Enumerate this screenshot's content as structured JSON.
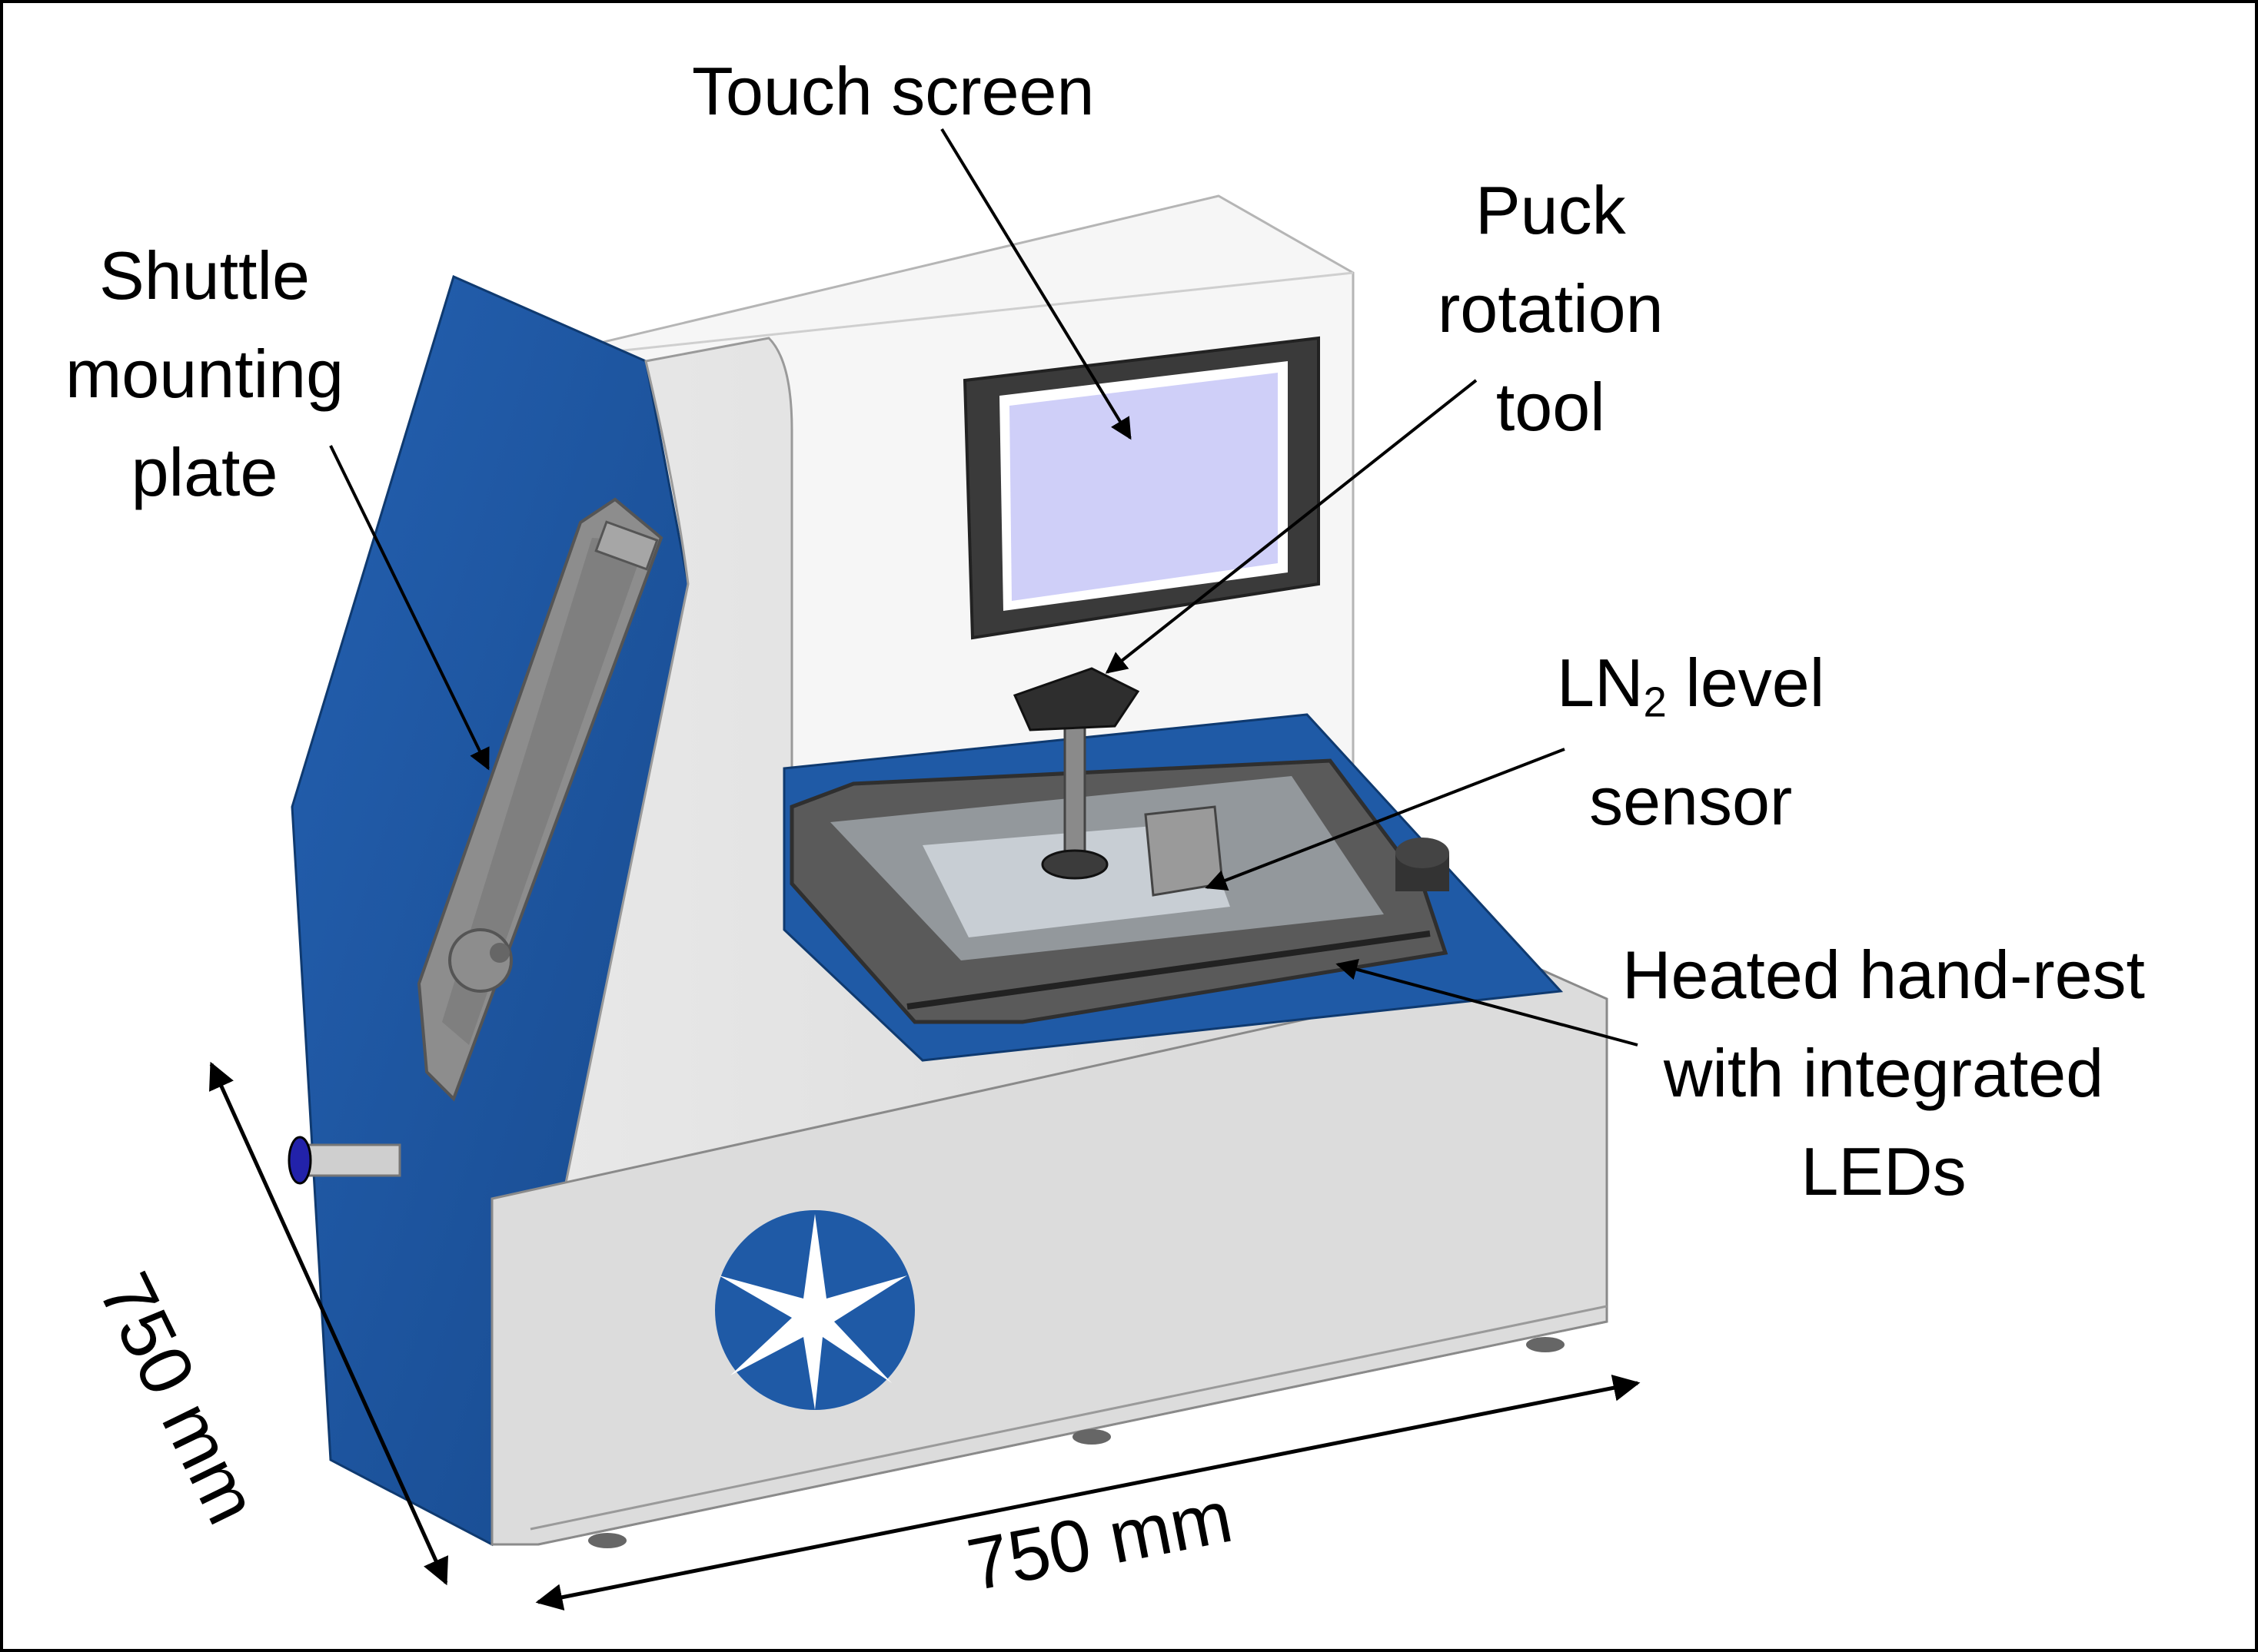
{
  "callouts": {
    "touch_screen": {
      "line1": "Touch screen"
    },
    "puck_rotation_tool": {
      "line1": "Puck",
      "line2": "rotation",
      "line3": "tool"
    },
    "shuttle_mounting_plate": {
      "line1": "Shuttle",
      "line2": "mounting",
      "line3": "plate"
    },
    "ln2_level_sensor": {
      "line1_prefix": "LN",
      "line1_sub": "2",
      "line1_suffix": " level",
      "line2": "sensor"
    },
    "heated_hand_rest": {
      "line1": "Heated hand-rest",
      "line2": "with integrated",
      "line3": "LEDs"
    }
  },
  "dimensions": {
    "depth": "750 mm",
    "width": "750 mm"
  },
  "colors": {
    "frame_blue": "#1f5aa6",
    "frame_blue_dark": "#174a8e",
    "body_light_gray": "#e4e4e4",
    "body_white": "#f5f5f5",
    "tray_dark": "#555555",
    "screen_fill": "#cfcff8",
    "screen_bezel": "#3a3a3a",
    "arrow": "#000000"
  },
  "icons": {
    "logo": "starburst-logo-icon"
  }
}
